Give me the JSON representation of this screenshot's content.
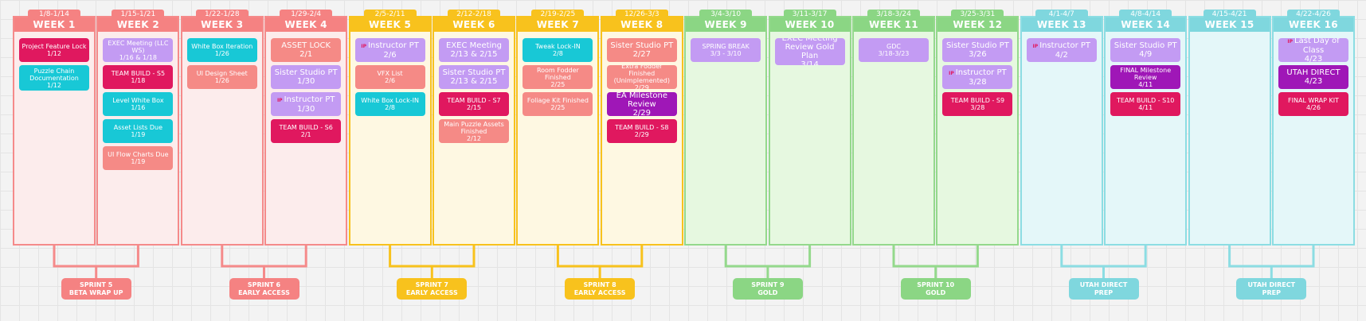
{
  "palette": {
    "red": {
      "border": "#f58a8a",
      "fill": "#fcecec",
      "header": "#f58282"
    },
    "yellow": {
      "border": "#f8c21d",
      "fill": "#fef8e2",
      "header": "#f8c21d"
    },
    "green": {
      "border": "#94d98c",
      "fill": "#e6f8e0",
      "header": "#8bd684"
    },
    "teal": {
      "border": "#8cdde3",
      "fill": "#e4f7f9",
      "header": "#7fd7de"
    }
  },
  "card_colors": {
    "pink": "#e0185f",
    "cyan": "#18c8d6",
    "lavender": "#c39bf3",
    "salmon": "#f58a86",
    "purple": "#9f17b7"
  },
  "weeks": [
    {
      "title": "WEEK 1",
      "dates": "1/8-1/14",
      "theme": "red",
      "cards": [
        {
          "text": "Project Feature Lock\n1/12",
          "color": "pink",
          "h": 30
        },
        {
          "text": "Puzzle Chain\nDocumentation\n1/12",
          "color": "cyan",
          "h": 32
        }
      ]
    },
    {
      "title": "WEEK 2",
      "dates": "1/15-1/21",
      "theme": "red",
      "cards": [
        {
          "text": "EXEC Meeting (LLC WS)\n1/16 & 1/18",
          "color": "lavender",
          "h": 30
        },
        {
          "text": "TEAM BUILD - S5\n1/18",
          "color": "pink",
          "h": 30
        },
        {
          "text": "Level White Box\n1/16",
          "color": "cyan",
          "h": 30
        },
        {
          "text": "Asset Lists Due\n1/19",
          "color": "cyan",
          "h": 30
        },
        {
          "text": "UI Flow Charts Due\n1/19",
          "color": "salmon",
          "h": 30
        }
      ]
    },
    {
      "title": "WEEK 3",
      "dates": "1/22-1/28",
      "theme": "red",
      "cards": [
        {
          "text": "White Box Iteration\n1/26",
          "color": "cyan",
          "h": 30
        },
        {
          "text": "UI Design Sheet\n1/26",
          "color": "salmon",
          "h": 30
        }
      ]
    },
    {
      "title": "WEEK 4",
      "dates": "1/29-2/4",
      "theme": "red",
      "cards": [
        {
          "text": "ASSET LOCK\n2/1",
          "color": "salmon",
          "h": 30,
          "big": true
        },
        {
          "text": "Sister Studio PT\n1/30",
          "color": "lavender",
          "h": 30,
          "big": true
        },
        {
          "text": "Instructor PT\n1/30",
          "color": "lavender",
          "h": 30,
          "big": true,
          "flag": "IP"
        },
        {
          "text": "TEAM BUILD - S6\n2/1",
          "color": "pink",
          "h": 30
        }
      ]
    },
    {
      "title": "WEEK 5",
      "dates": "2/5-2/11",
      "theme": "yellow",
      "cards": [
        {
          "text": "Instructor PT\n2/6",
          "color": "lavender",
          "h": 30,
          "big": true,
          "flag": "IP"
        },
        {
          "text": "VFX List\n2/6",
          "color": "salmon",
          "h": 30
        },
        {
          "text": "White Box Lock-IN\n2/8",
          "color": "cyan",
          "h": 30
        }
      ]
    },
    {
      "title": "WEEK 6",
      "dates": "2/12-2/18",
      "theme": "yellow",
      "cards": [
        {
          "text": "EXEC Meeting\n2/13 & 2/15",
          "color": "lavender",
          "h": 30,
          "big": true
        },
        {
          "text": "Sister Studio PT\n2/13 & 2/15",
          "color": "lavender",
          "h": 30,
          "big": true
        },
        {
          "text": "TEAM BUILD - S7\n2/15",
          "color": "pink",
          "h": 30
        },
        {
          "text": "Main Puzzle Assets\nFinished\n2/12",
          "color": "salmon",
          "h": 30
        }
      ]
    },
    {
      "title": "WEEK 7",
      "dates": "2/19-2/25",
      "theme": "yellow",
      "cards": [
        {
          "text": "Tweak Lock-IN\n2/8",
          "color": "cyan",
          "h": 30
        },
        {
          "text": "Room Fodder Finished\n2/25",
          "color": "salmon",
          "h": 30
        },
        {
          "text": "Foliage Kit Finished\n2/25",
          "color": "salmon",
          "h": 30
        }
      ]
    },
    {
      "title": "WEEK 8",
      "dates": "12/26-3/3",
      "theme": "yellow",
      "cards": [
        {
          "text": "Sister Studio PT\n2/27",
          "color": "salmon",
          "h": 30,
          "big": true
        },
        {
          "text": "Extra Fodder Finished\n(Unimplemented)\n2/29",
          "color": "salmon",
          "h": 30
        },
        {
          "text": "EA Milestone Review\n2/29",
          "color": "purple",
          "h": 30,
          "big": true
        },
        {
          "text": "TEAM BUILD - S8\n2/29",
          "color": "pink",
          "h": 30
        }
      ]
    },
    {
      "title": "WEEK 9",
      "dates": "3/4-3/10",
      "theme": "green",
      "cards": [
        {
          "text": "SPRING BREAK\n3/3 - 3/10",
          "color": "lavender",
          "h": 30
        }
      ]
    },
    {
      "title": "WEEK 10",
      "dates": "3/11-3/17",
      "theme": "green",
      "cards": [
        {
          "text": "EXEC Meeting\nReview Gold Plan\n3/14",
          "color": "lavender",
          "h": 34,
          "big": true
        }
      ]
    },
    {
      "title": "WEEK 11",
      "dates": "3/18-3/24",
      "theme": "green",
      "cards": [
        {
          "text": "GDC\n3/18-3/23",
          "color": "lavender",
          "h": 30
        }
      ]
    },
    {
      "title": "WEEK 12",
      "dates": "3/25-3/31",
      "theme": "green",
      "cards": [
        {
          "text": "Sister Studio PT\n3/26",
          "color": "lavender",
          "h": 30,
          "big": true
        },
        {
          "text": "Instructor PT\n3/28",
          "color": "lavender",
          "h": 30,
          "big": true,
          "flag": "IP"
        },
        {
          "text": "TEAM BUILD - S9\n3/28",
          "color": "pink",
          "h": 30
        }
      ]
    },
    {
      "title": "WEEK 13",
      "dates": "4/1-4/7",
      "theme": "teal",
      "cards": [
        {
          "text": "Instructor PT\n4/2",
          "color": "lavender",
          "h": 30,
          "big": true,
          "flag": "IP"
        }
      ]
    },
    {
      "title": "WEEK 14",
      "dates": "4/8-4/14",
      "theme": "teal",
      "cards": [
        {
          "text": "Sister Studio PT\n4/9",
          "color": "lavender",
          "h": 30,
          "big": true
        },
        {
          "text": "FINAL Milestone Review\n4/11",
          "color": "purple",
          "h": 30
        },
        {
          "text": "TEAM BUILD - S10\n4/11",
          "color": "pink",
          "h": 30
        }
      ]
    },
    {
      "title": "WEEK 15",
      "dates": "4/15-4/21",
      "theme": "teal",
      "cards": []
    },
    {
      "title": "WEEK 16",
      "dates": "4/22-4/26",
      "theme": "teal",
      "cards": [
        {
          "text": "Last Day of Class\n4/23",
          "color": "lavender",
          "h": 30,
          "big": true,
          "flag": "IP"
        },
        {
          "text": "UTAH DIRECT\n4/23",
          "color": "purple",
          "h": 30,
          "big": true
        },
        {
          "text": "FINAL WRAP KIT\n4/26",
          "color": "pink",
          "h": 30
        }
      ]
    }
  ],
  "sprints": [
    {
      "lines": [
        "SPRINT 5",
        "BETA WRAP UP"
      ],
      "theme": "red",
      "weeks": [
        0,
        1
      ]
    },
    {
      "lines": [
        "SPRINT 6",
        "EARLY ACCESS"
      ],
      "theme": "red",
      "weeks": [
        2,
        3
      ]
    },
    {
      "lines": [
        "SPRINT 7",
        "EARLY ACCESS"
      ],
      "theme": "yellow",
      "weeks": [
        4,
        5
      ]
    },
    {
      "lines": [
        "SPRINT 8",
        "EARLY ACCESS"
      ],
      "theme": "yellow",
      "weeks": [
        6,
        7
      ]
    },
    {
      "lines": [
        "SPRINT 9",
        "GOLD"
      ],
      "theme": "green",
      "weeks": [
        8,
        9
      ]
    },
    {
      "lines": [
        "SPRINT 10",
        "GOLD"
      ],
      "theme": "green",
      "weeks": [
        10,
        11
      ]
    },
    {
      "lines": [
        "UTAH DIRECT",
        "PREP"
      ],
      "theme": "teal",
      "weeks": [
        12,
        13
      ]
    },
    {
      "lines": [
        "UTAH DIRECT",
        "PREP"
      ],
      "theme": "teal",
      "weeks": [
        14,
        15
      ]
    }
  ]
}
